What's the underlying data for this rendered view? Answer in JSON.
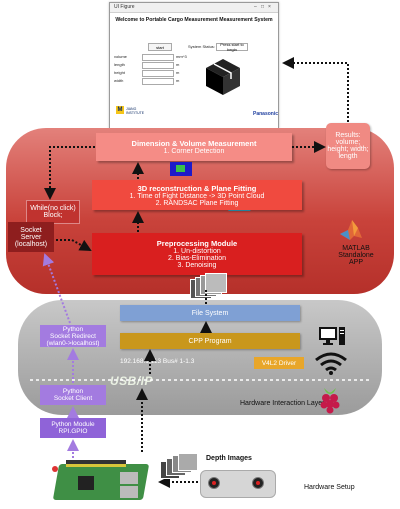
{
  "figure_window": {
    "title": "UI Figure",
    "header": "Welcome to Portable Cargo Measurement Measurement System",
    "start_button": "start",
    "status_label": "System Status:",
    "status_value": "Press start to begin",
    "results": [
      {
        "label": "volume",
        "unit": "mm^3"
      },
      {
        "label": "length",
        "unit": "m"
      },
      {
        "label": "height",
        "unit": "m"
      },
      {
        "label": "width",
        "unit": "m"
      }
    ],
    "logo_left": "JIANG INSTITUTE",
    "logo_right": "Panasonic"
  },
  "matlab_layer": {
    "dimension_title": "Dimension & Volume Measurement",
    "dimension_step": "1.   Corner Detection",
    "reconstruction_title": "3D reconstruction & Plane Fitting",
    "reconstruction_steps": [
      "1.   Time of Fight Distance -> 3D Point Cloud",
      "2.   RANDSAC Plane Fitting"
    ],
    "preprocessing_title": "Preprocessing Module",
    "preprocessing_steps": [
      "1.   Un-distortion",
      "2.   Bias-Elimination",
      "3.   Denoising"
    ],
    "while_line1": "While(no click)",
    "while_line2": "Block;",
    "socket_line1": "Socket",
    "socket_line2": "Server",
    "socket_line3": "(localhost)",
    "results_text": "Results: volume; height; width; length",
    "app_line1": "MATLAB",
    "app_line2": "Standalone",
    "app_line3": "APP"
  },
  "hardware_layer": {
    "file_system": "File System",
    "cpp_program": "CPP Program",
    "v4l2": "V4L2 Driver",
    "ip_bus": "192.168.1.113 Bus# 1-1.3",
    "usbip": "USB/IP",
    "label": "Hardware Interaction Layer",
    "py_redirect_line1": "Python",
    "py_redirect_line2": "Socket Redirect",
    "py_redirect_line3": "(wlan0->localhost)",
    "py_client_line1": "Python",
    "py_client_line2": "Socket Client",
    "py_gpio_line1": "Python Module",
    "py_gpio_line2": "RPI.GPIO"
  },
  "hardware_setup": {
    "depth_label": "Depth Images",
    "setup_label": "Hardware Setup"
  },
  "icons": [
    "computer-icon",
    "wifi-icon",
    "raspberry-pi-icon",
    "matlab-logo-icon",
    "cube-icon"
  ],
  "colors": {
    "dimension_box": "#f58c86",
    "reconstruction_box": "#f04a3f",
    "preprocessing_box": "#d91f1f",
    "python_box": "#a37be0",
    "file_system_box": "#7fa0d4",
    "cpp_box": "#c9971c"
  }
}
